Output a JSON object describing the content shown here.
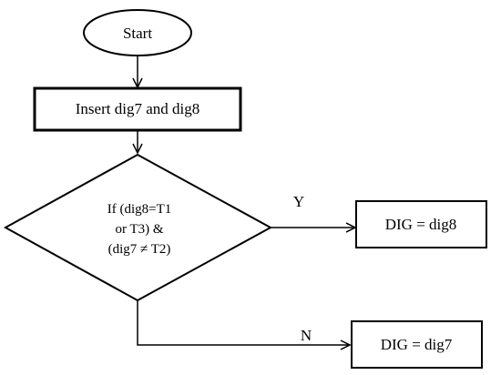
{
  "flowchart": {
    "start": {
      "label": "Start"
    },
    "insert": {
      "label": "Insert dig7 and dig8"
    },
    "decision": {
      "line1": "If (dig8=T1",
      "line2": "or T3) &",
      "line3": "(dig7 ≠ T2)"
    },
    "yes_branch": {
      "label": "Y"
    },
    "no_branch": {
      "label": "N"
    },
    "result_yes": {
      "label": "DIG = dig8"
    },
    "result_no": {
      "label": "DIG = dig7"
    }
  }
}
